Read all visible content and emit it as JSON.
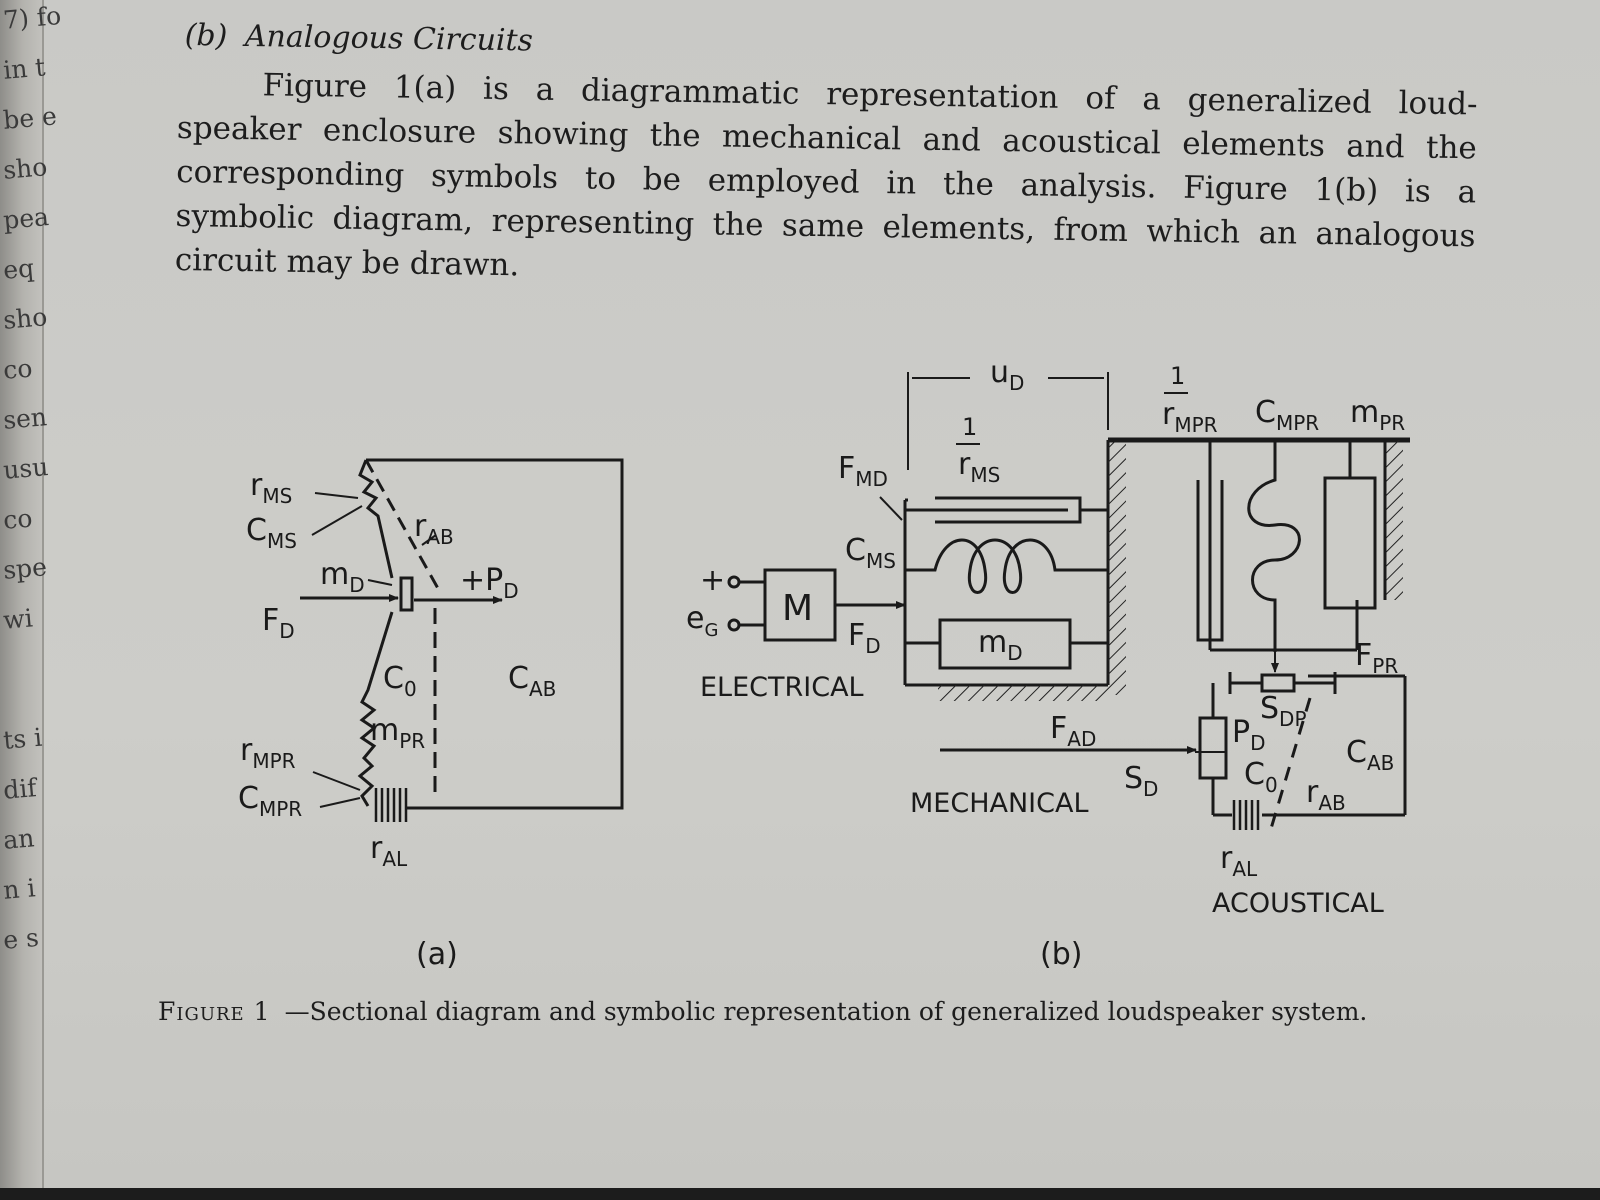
{
  "page": {
    "margin_fragments": [
      "7) fo",
      "in t",
      "be e",
      "sho",
      "pea",
      "eq",
      "sho",
      "co",
      "sen",
      "usu",
      "co",
      "spe",
      "wi",
      "ts i",
      "dif",
      "an",
      "n i",
      "e s"
    ]
  },
  "section": {
    "heading_number": "(b)",
    "heading_title": "Analogous Circuits",
    "paragraph_lines": [
      "Figure 1(a) is a diagrammatic representation of a generalized loud-",
      "speaker enclosure showing the mechanical and acoustical elements and the",
      "corresponding symbols to be employed in the analysis.  Figure 1(b) is a",
      "symbolic diagram, representing the same elements, from which an analogous",
      "circuit may be drawn."
    ]
  },
  "figure_a": {
    "sublabel": "(a)",
    "labels": {
      "r_ms": "r",
      "r_ms_sub": "MS",
      "c_ms": "C",
      "c_ms_sub": "MS",
      "m_d": "m",
      "m_d_sub": "D",
      "f_d": "F",
      "f_d_sub": "D",
      "r_ab": "r",
      "r_ab_sub": "AB",
      "p_d": "+P",
      "p_d_sub": "D",
      "c_0": "C",
      "c_0_sub": "0",
      "c_ab": "C",
      "c_ab_sub": "AB",
      "m_pr": "m",
      "m_pr_sub": "PR",
      "r_mpr": "r",
      "r_mpr_sub": "MPR",
      "c_mpr": "C",
      "c_mpr_sub": "MPR",
      "r_al": "r",
      "r_al_sub": "AL"
    }
  },
  "figure_b": {
    "sublabel": "(b)",
    "section_labels": {
      "electrical": "ELECTRICAL",
      "mechanical": "MECHANICAL",
      "acoustical": "ACOUSTICAL"
    },
    "labels": {
      "u_d": "u",
      "u_d_sub": "D",
      "inv_r_ms_num": "1",
      "inv_r_ms": "r",
      "inv_r_ms_sub": "MS",
      "inv_r_mpr_num": "1",
      "inv_r_mpr": "r",
      "inv_r_mpr_sub": "MPR",
      "c_mpr": "C",
      "c_mpr_sub": "MPR",
      "m_pr": "m",
      "m_pr_sub": "PR",
      "f_md": "F",
      "f_md_sub": "MD",
      "c_ms": "C",
      "c_ms_sub": "MS",
      "plus": "+",
      "e_g": "e",
      "e_g_sub": "G",
      "m_box": "M",
      "f_d": "F",
      "f_d_sub": "D",
      "m_d": "m",
      "m_d_sub": "D",
      "f_pr": "F",
      "f_pr_sub": "PR",
      "s_dp": "S",
      "s_dp_sub": "DP",
      "f_ad": "F",
      "f_ad_sub": "AD",
      "p_d": "P",
      "p_d_sub": "D",
      "c_ab": "C",
      "c_ab_sub": "AB",
      "s_d": "S",
      "s_d_sub": "D",
      "c_0": "C",
      "c_0_sub": "0",
      "r_ab": "r",
      "r_ab_sub": "AB",
      "r_al": "r",
      "r_al_sub": "AL"
    }
  },
  "caption": {
    "label": "Figure 1",
    "text": "—Sectional diagram and symbolic representation of generalized loudspeaker system."
  }
}
